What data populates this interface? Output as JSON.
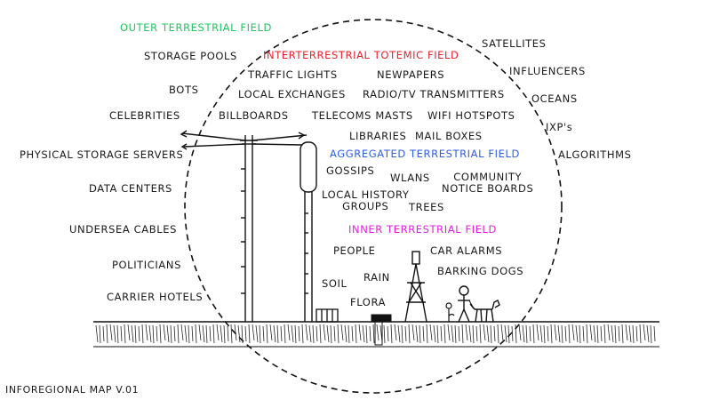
{
  "fields": {
    "outer": {
      "label": "OUTER TERRESTRIAL FIELD",
      "color": "#22c55e"
    },
    "interterrestrial": {
      "label": "INTERTERRESTRIAL TOTEMIC FIELD",
      "color": "#e5202a"
    },
    "aggregated": {
      "label": "AGGREGATED TERRESTRIAL FIELD",
      "color": "#2f5fe0"
    },
    "inner": {
      "label": "INNER TERRESTRIAL FIELD",
      "color": "#e020e0"
    }
  },
  "outer_items": {
    "storage_pools": "STORAGE POOLS",
    "satellites": "SATELLITES",
    "influencers": "INFLUENCERS",
    "bots": "BOTS",
    "oceans": "OCEANS",
    "celebrities": "CELEBRITIES",
    "ixps": "IXP's",
    "physical_storage_servers": "PHYSICAL STORAGE SERVERS",
    "algorithms": "ALGORITHMS",
    "data_centers": "DATA CENTERS",
    "undersea_cables": "UNDERSEA CABLES",
    "politicians": "POLITICIANS",
    "carrier_hotels": "CARRIER HOTELS"
  },
  "totemic_items": {
    "traffic_lights": "TRAFFIC LIGHTS",
    "newpapers": "NEWPAPERS",
    "local_exchanges": "LOCAL EXCHANGES",
    "radio_tv_transmitters": "RADIO/TV TRANSMITTERS",
    "billboards": "BILLBOARDS",
    "telecoms_masts": "TELECOMS MASTS",
    "wifi_hotspots": "WIFI HOTSPOTS",
    "libraries": "LIBRARIES",
    "mail_boxes": "MAIL BOXES"
  },
  "aggregated_items": {
    "gossips": "GOSSIPS",
    "wlans": "WLANS",
    "community_notice_boards": "COMMUNITY\nNOTICE BOARDS",
    "local_history_groups": "LOCAL HISTORY\nGROUPS",
    "trees": "TREES"
  },
  "inner_items": {
    "people": "PEOPLE",
    "car_alarms": "CAR ALARMS",
    "barking_dogs": "BARKING DOGS",
    "soil": "SOIL",
    "rain": "RAIN",
    "flora": "FLORA"
  },
  "footer": {
    "title": "INFOREGIONAL MAP V.01"
  },
  "colors": {
    "ink": "#1a1a1a",
    "background": "#ffffff"
  }
}
